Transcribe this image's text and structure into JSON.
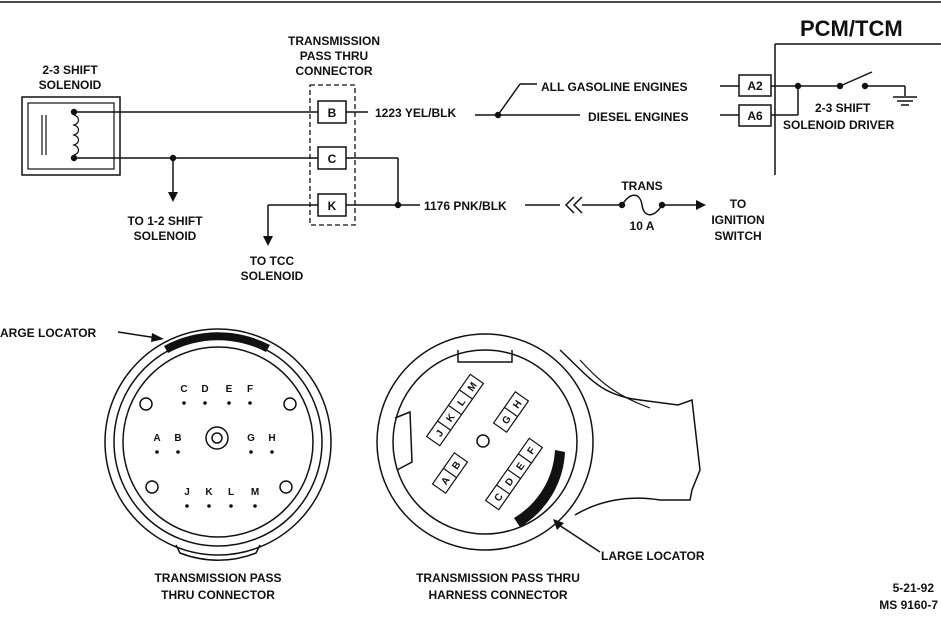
{
  "labels": {
    "pcm": "PCM/TCM",
    "solenoid_l1": "2-3 SHIFT",
    "solenoid_l2": "SOLENOID",
    "connector_l1": "TRANSMISSION",
    "connector_l2": "PASS THRU",
    "connector_l3": "CONNECTOR",
    "all_gas": "ALL GASOLINE ENGINES",
    "diesel": "DIESEL ENGINES",
    "driver_l1": "2-3 SHIFT",
    "driver_l2": "SOLENOID DRIVER",
    "wire_1223": "1223 YEL/BLK",
    "wire_1176": "1176 PNK/BLK",
    "to12_l1": "TO 1-2 SHIFT",
    "to12_l2": "SOLENOID",
    "totcc_l1": "TO TCC",
    "totcc_l2": "SOLENOID",
    "trans": "TRANS",
    "fuse_rating": "10 A",
    "ign_l1": "TO",
    "ign_l2": "IGNITION",
    "ign_l3": "SWITCH",
    "large_locator_1": "ARGE LOCATOR",
    "large_locator_2": "LARGE LOCATOR",
    "caption1_l1": "TRANSMISSION PASS",
    "caption1_l2": "THRU CONNECTOR",
    "caption2_l1": "TRANSMISSION PASS THRU",
    "caption2_l2": "HARNESS CONNECTOR",
    "date": "5-21-92",
    "ms_code": "MS 9160-7"
  },
  "terminals": {
    "a2": "A2",
    "a6": "A6",
    "b": "B",
    "c": "C",
    "k": "K"
  },
  "connector_pins": {
    "c": "C",
    "d": "D",
    "e": "E",
    "f": "F",
    "a": "A",
    "b": "B",
    "g": "G",
    "h": "H",
    "j": "J",
    "k": "K",
    "l": "L",
    "m": "M"
  },
  "harness_pins": {
    "j": "J",
    "k": "K",
    "l": "L",
    "m": "M",
    "h": "H",
    "g": "G",
    "a": "A",
    "b": "B",
    "c": "C",
    "d": "D",
    "e": "E",
    "f": "F"
  }
}
